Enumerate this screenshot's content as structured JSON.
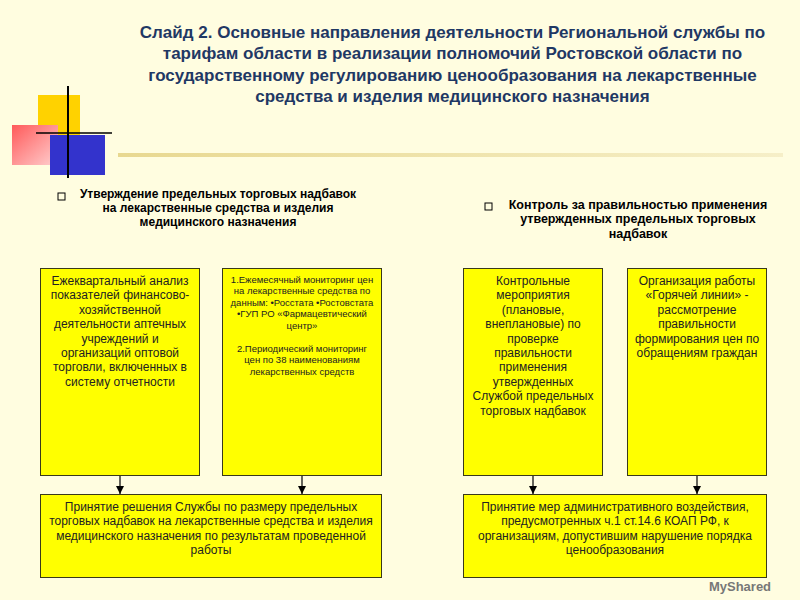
{
  "diagram": {
    "title": "Слайд 2. Основные направления деятельности Региональной службы по тарифам области в реализации полномочий Ростовской области по государственному регулированию ценообразования на лекарственные средства и изделия медицинского назначения",
    "nodes": [
      {
        "text": [
          "Ежеквартальный анализ показателей финансово-хозяйственной деятельности аптечных учреждений и организаций оптовой торговли, включенных в систему отчетности"
        ]
      },
      {
        "text": [
          "1.Ежемесячный мониторинг цен на лекарственные средства по данным: •Росстата •Ростовстата •ГУП РО «Фармацевтический центр»",
          "2.Периодический мониторинг цен по 38 наименованиям лекарственных средств"
        ]
      },
      {
        "text": [
          "Контрольные мероприятия (плановые, внеплановые) по проверке правильности применения утвержденных Службой предельных торговых надбавок"
        ]
      },
      {
        "text": [
          "Организация работы «Горячей линии» - рассмотрение правильности формирования цен по обращениям граждан"
        ]
      },
      {
        "text": [
          "Принятие решения Службы по размеру предельных торговых надбавок на лекарственные средства и изделия медицинского назначения по результатам проведенной работы"
        ]
      },
      {
        "text": [
          "Принятие мер административного воздействия, предусмотренных ч.1 ст.14.6 КОАП РФ, к организациям, допустившим нарушение порядка ценообразования"
        ]
      }
    ],
    "edges": [
      {
        "from": 0,
        "to": 4,
        "arrow": "to"
      },
      {
        "from": 1,
        "to": 4,
        "arrow": "to"
      },
      {
        "from": 2,
        "to": 5,
        "arrow": "to"
      },
      {
        "from": 3,
        "to": 5,
        "arrow": "to"
      }
    ],
    "labels": [
      "Утверждение предельных торговых надбавок на лекарственные средства и изделия медицинского назначения",
      "Контроль за правильностью применения утвержденных предельных торговых надбавок",
      "MyShared"
    ]
  }
}
